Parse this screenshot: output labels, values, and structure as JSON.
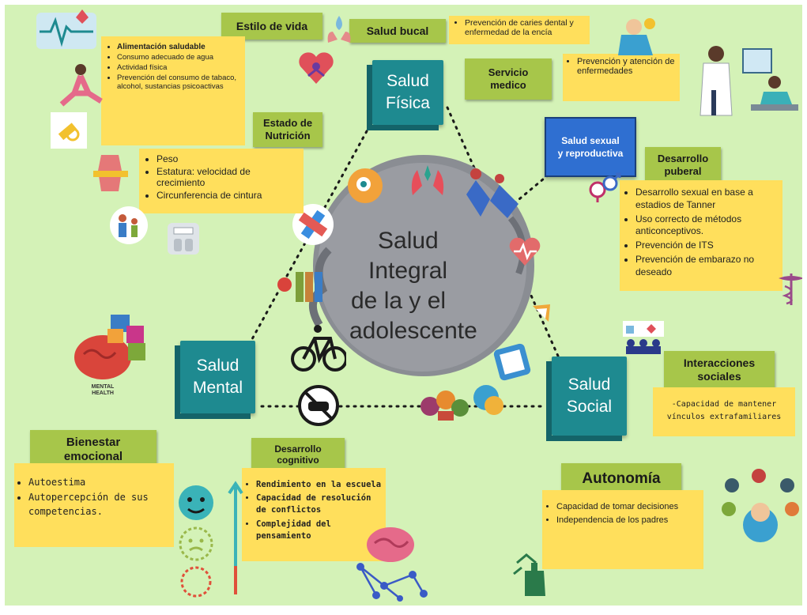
{
  "center": {
    "line1": "Salud",
    "line2": "Integral",
    "line3": "de la y el",
    "line4": "adolescente"
  },
  "nodes": {
    "fisica": {
      "line1": "Salud",
      "line2": "Física"
    },
    "mental": {
      "line1": "Salud",
      "line2": "Mental"
    },
    "social": {
      "line1": "Salud",
      "line2": "Social"
    },
    "sexual": {
      "line1": "Salud sexual",
      "line2": "y reproductiva"
    }
  },
  "estilo_vida": {
    "label": "Estilo de vida",
    "items": [
      "Alimentación saludable",
      "Consumo adecuado de agua",
      "Actividad física",
      "Prevención del consumo de tabaco, alcohol, sustancias psicoactivas"
    ]
  },
  "nutricion": {
    "label_line1": "Estado de",
    "label_line2": "Nutrición",
    "items": [
      "Peso",
      "Estatura: velocidad de crecimiento",
      "Circunferencia de cintura"
    ]
  },
  "salud_bucal": {
    "label": "Salud bucal",
    "items": [
      "Prevención de caries dental y enfermedad de la encía"
    ]
  },
  "servicio_medico": {
    "label_line1": "Servicio",
    "label_line2": "medico",
    "items": [
      "Prevención y atención de enfermedades"
    ]
  },
  "desarrollo_puberal": {
    "label_line1": "Desarrollo",
    "label_line2": "puberal",
    "items": [
      "Desarrollo sexual en base a estadios de Tanner",
      "Uso correcto de métodos anticonceptivos.",
      "Prevención de ITS",
      "Prevención de embarazo no deseado"
    ]
  },
  "interacciones": {
    "label_line1": "Interacciones",
    "label_line2": "sociales",
    "text_line1": "-Capacidad de mantener",
    "text_line2": "vínculos extrafamiliares"
  },
  "autonomia": {
    "label": "Autonomía",
    "items": [
      "Capacidad de tomar decisiones",
      "Independencia de los padres"
    ]
  },
  "bienestar": {
    "label_line1": "Bienestar",
    "label_line2": "emocional",
    "items": [
      "Autoestima",
      "Autopercepción de sus competencias."
    ]
  },
  "cognitivo": {
    "label_line1": "Desarrollo",
    "label_line2": "cognitivo",
    "items": [
      "Rendimiento en la escuela",
      "Capacidad de resolución de conflictos",
      "Complejidad del pensamiento"
    ]
  },
  "brain_caption": {
    "line1": "MENTAL",
    "line2": "HEALTH"
  },
  "colors": {
    "background": "#d4f2b7",
    "teal": "#1e8a90",
    "tag_green": "#a7c64a",
    "note_yellow": "#ffdf5c",
    "sexual_blue": "#2f6fd1"
  }
}
